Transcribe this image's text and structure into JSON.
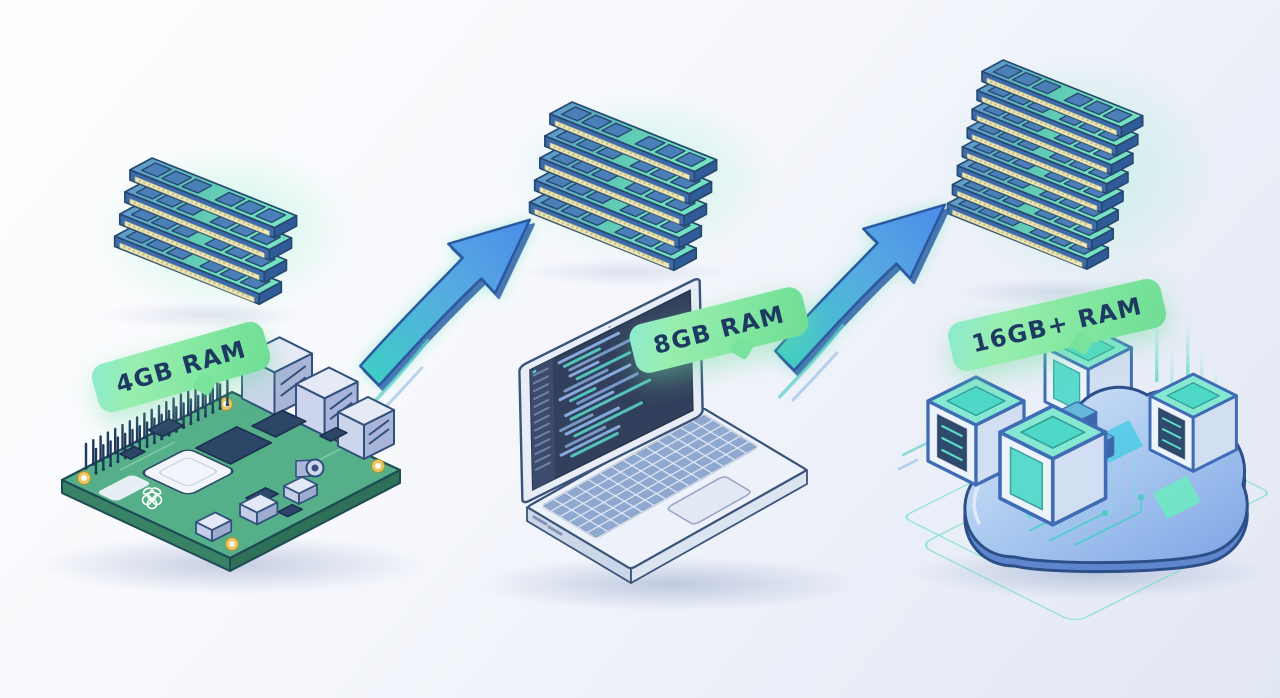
{
  "stages": [
    {
      "id": "stage-raspberry-pi",
      "label": "4GB RAM",
      "device": "raspberry-pi-board",
      "ram_sticks": 4
    },
    {
      "id": "stage-laptop",
      "label": "8GB RAM",
      "device": "laptop-with-code-editor",
      "ram_sticks": 5
    },
    {
      "id": "stage-cloud",
      "label": "16GB+ RAM",
      "device": "cloud-server-cluster",
      "ram_sticks": 8
    }
  ],
  "colors": {
    "background_start": "#fefefe",
    "background_end": "#e2e7f4",
    "label_green": "#7de59d",
    "label_text_navy": "#1e3a63",
    "arrow_teal": "#3fcdc6",
    "arrow_blue": "#4b8ce8",
    "outline_navy": "#2b4f86",
    "pcb_green": "#55b089",
    "ram_blue": "#5e93ce",
    "ram_teal": "#5fd2b0",
    "contact_gold": "#ece9bd"
  }
}
